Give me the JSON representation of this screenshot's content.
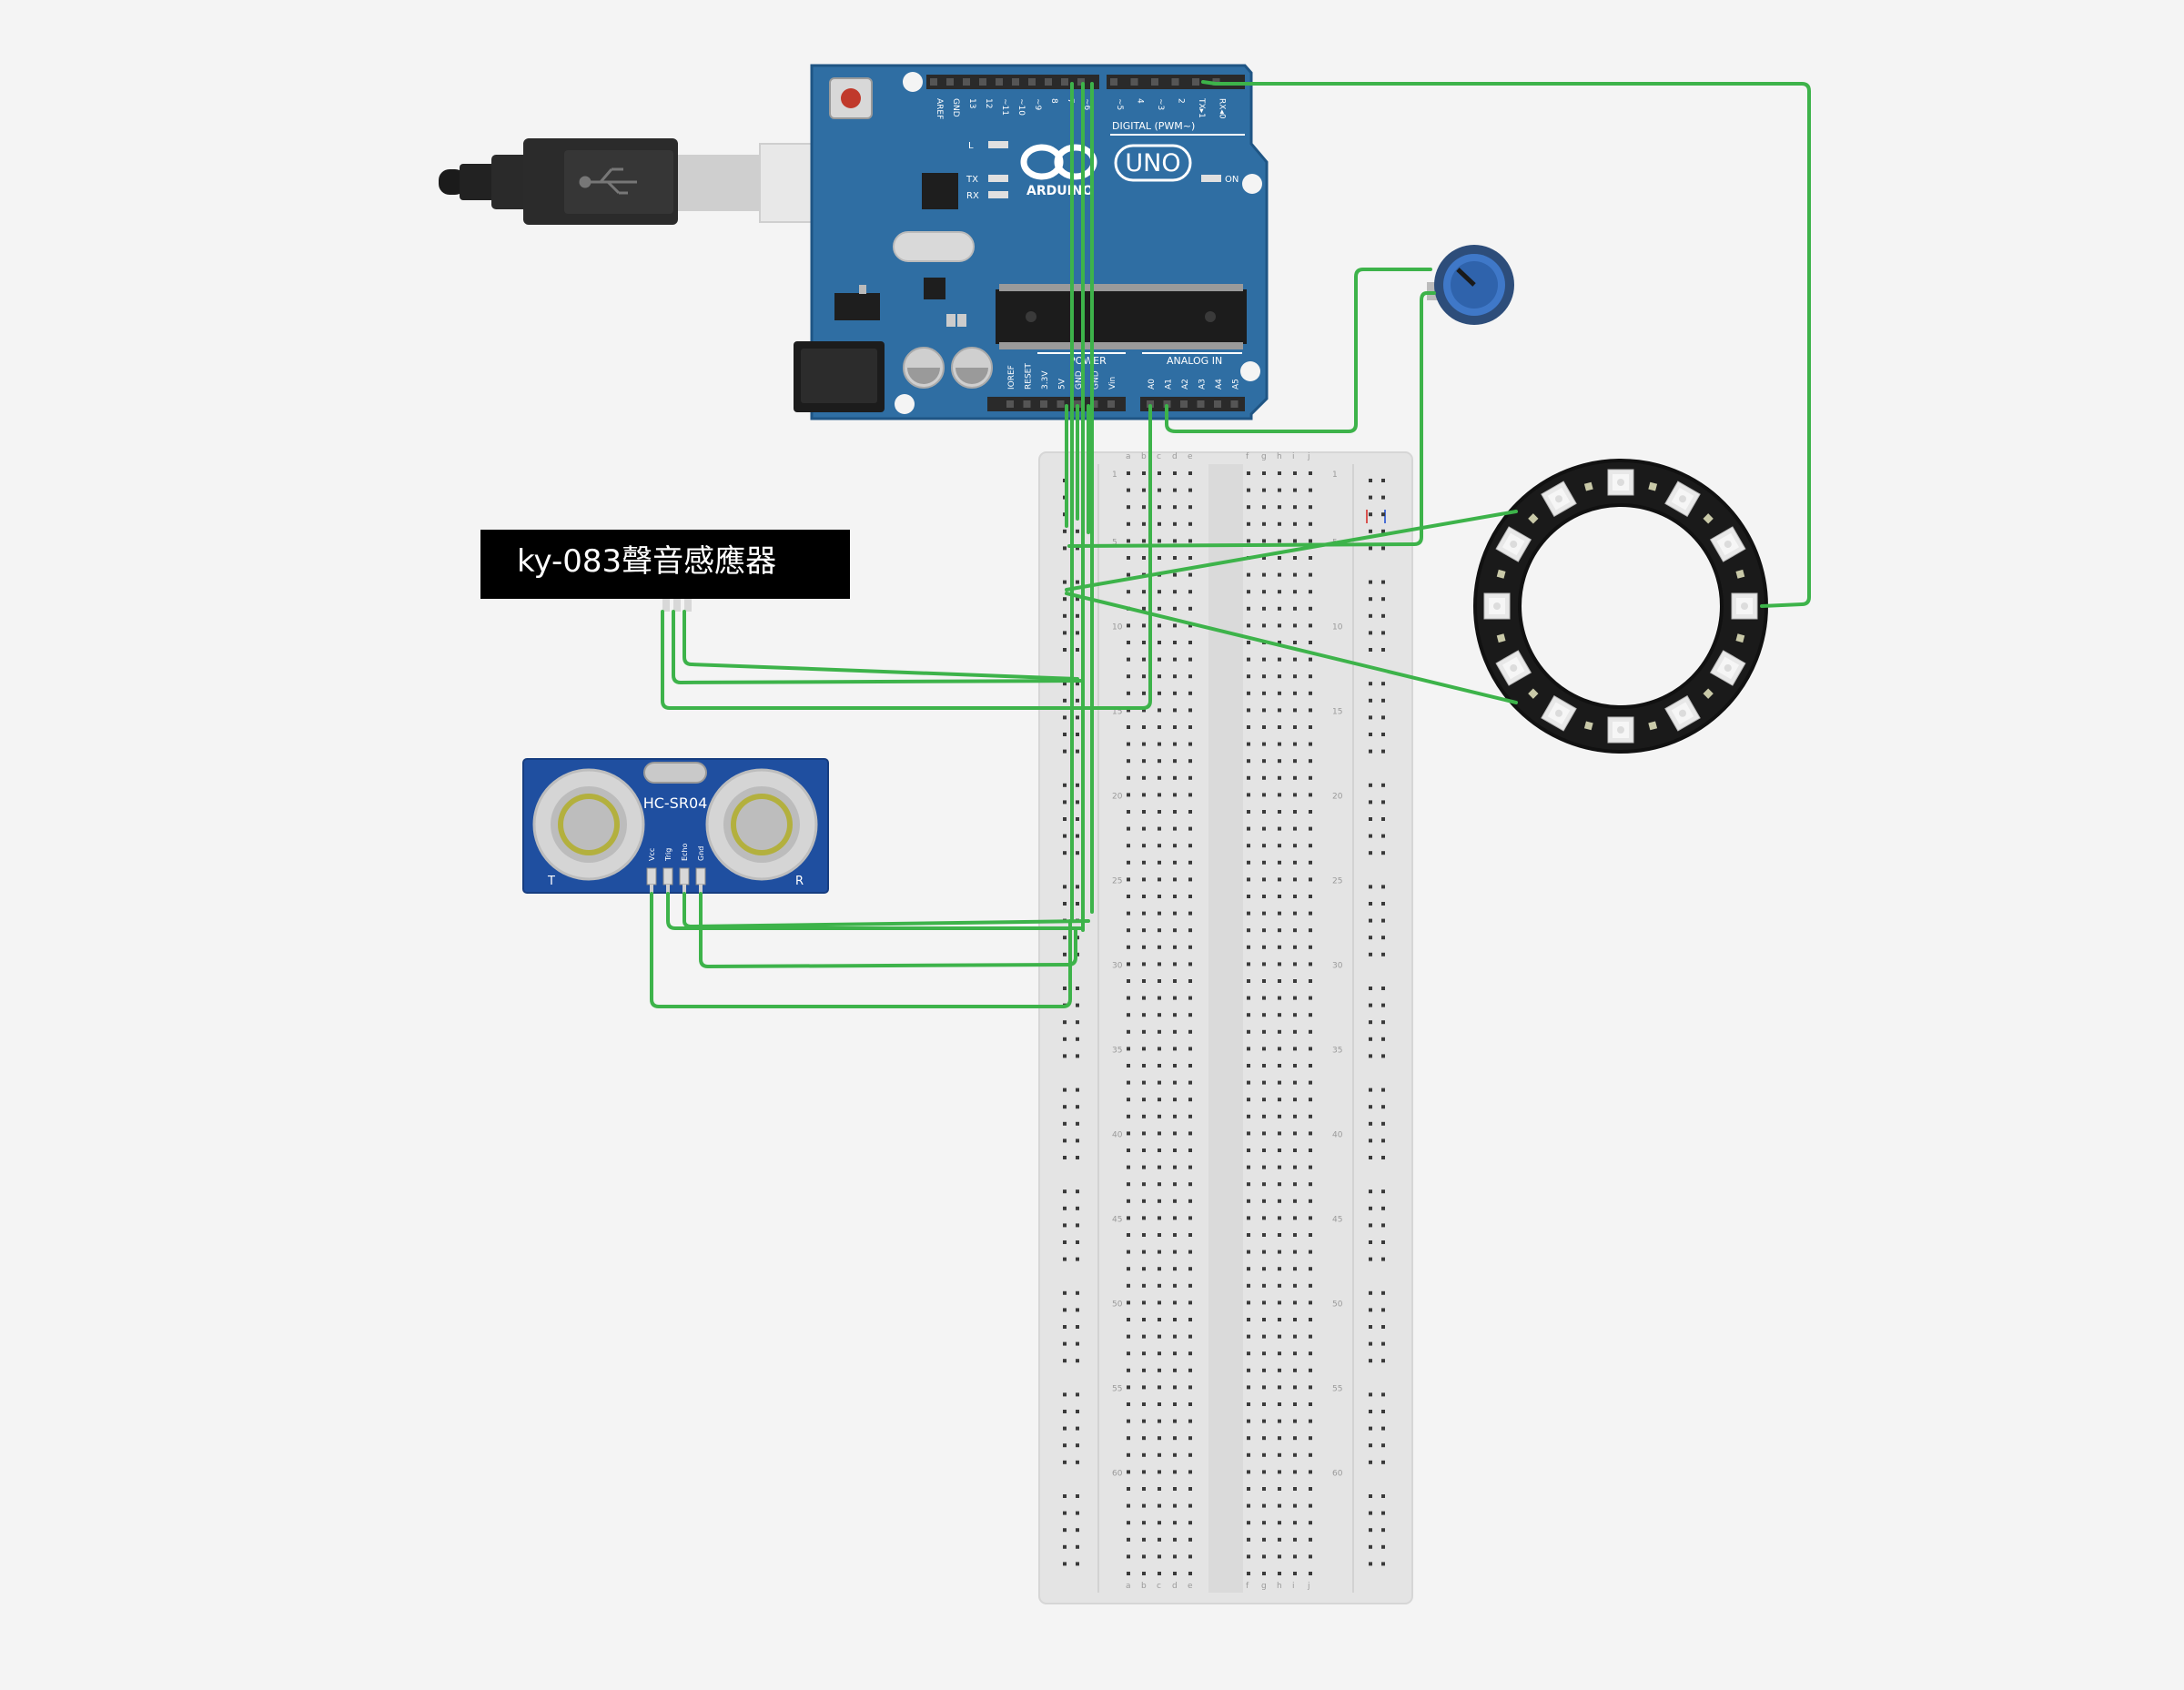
{
  "colors": {
    "background": "#f4f4f4",
    "wire": "#3db34a",
    "board": "#2f6ea3",
    "board_edge": "#1f5584",
    "breadboard": "#e4e4e4",
    "hole": "#3a3a3a",
    "label_bg": "#000000",
    "label_text": "#ffffff",
    "sonar_board": "#1f4fa0",
    "ring": "#1a1a1a"
  },
  "labels": {
    "sound_sensor": "ky-083聲音感應器"
  },
  "arduino": {
    "brand": "ARDUINO",
    "model": "UNO",
    "digital_header": "DIGITAL (PWM~)",
    "power_header": "POWER",
    "analog_header": "ANALOG IN",
    "on_led": "ON",
    "led_l": "L",
    "led_tx": "TX",
    "led_rx": "RX",
    "analog_pins": [
      "A0",
      "A1",
      "A2",
      "A3",
      "A4",
      "A5"
    ],
    "power_pins": [
      "IOREF",
      "RESET",
      "3.3V",
      "5V",
      "GND",
      "GND",
      "Vin"
    ],
    "digital_pins": [
      "AREF",
      "GND",
      "13",
      "12",
      "~11",
      "~10",
      "~9",
      "8",
      "7",
      "~6",
      "~5",
      "4",
      "~3",
      "2",
      "TX▸1",
      "RX◂0"
    ]
  },
  "sonar": {
    "model": "HC-SR04",
    "pins": [
      "Vcc",
      "Trig",
      "Echo",
      "Gnd"
    ],
    "left_mark": "T",
    "right_mark": "R"
  },
  "neopixel_ring": {
    "pixel_count": 12
  },
  "breadboard": {
    "row_numbers": [
      "1",
      "5",
      "10",
      "15",
      "20",
      "25",
      "30",
      "35",
      "40",
      "45",
      "50",
      "55",
      "60"
    ],
    "column_letters_left": [
      "a",
      "b",
      "c",
      "d",
      "e"
    ],
    "column_letters_right": [
      "f",
      "g",
      "h",
      "i",
      "j"
    ]
  }
}
